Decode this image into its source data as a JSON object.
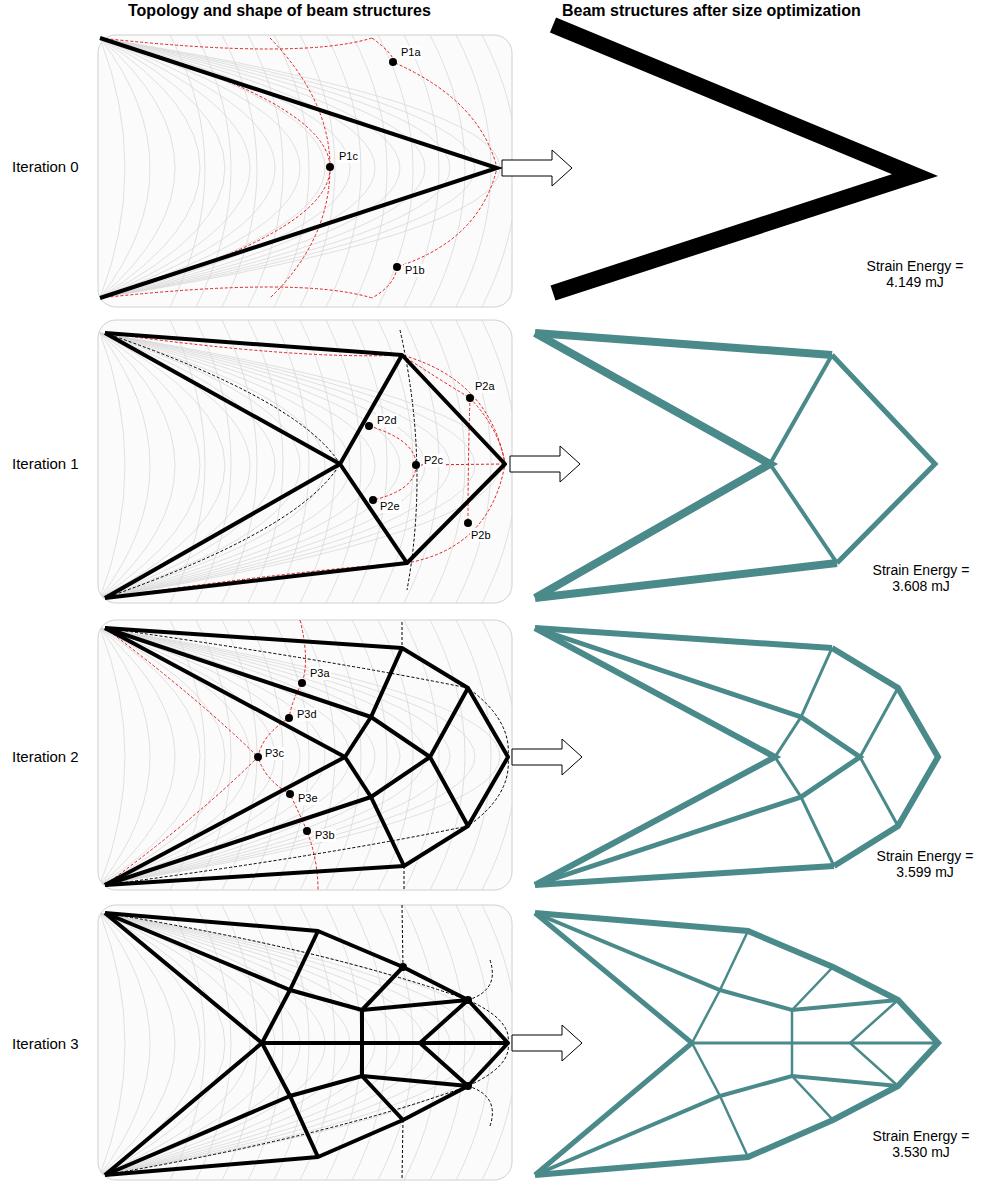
{
  "diagram": {
    "labels": [
      "Topology and shape of beam structures",
      "Beam structures after size optimization",
      "Iteration 0",
      "P1a",
      "P1c",
      "P1b",
      "Strain Energy = 4.149 mJ",
      "Iteration 1",
      "P2a",
      "P2d",
      "P2c",
      "P2e",
      "P2b",
      "Strain Energy = 3.608 mJ",
      "Iteration 2",
      "P3a",
      "P3d",
      "P3c",
      "P3e",
      "P3b",
      "Strain Energy = 3.599 mJ",
      "Iteration 3",
      "Strain Energy = 3.530 mJ"
    ]
  }
}
